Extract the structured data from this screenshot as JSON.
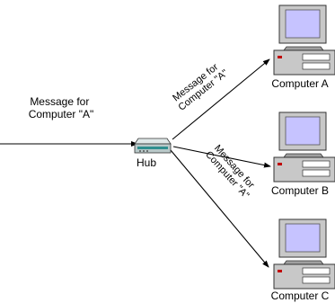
{
  "incoming_label": [
    "Message for",
    "Computer \"A\""
  ],
  "hub": {
    "label": "Hub",
    "icon": "hub-icon"
  },
  "edge_labels": {
    "to_a": [
      "Message for",
      "Computer \"A\""
    ],
    "to_b": [
      "Message for",
      "Computer \"A\""
    ]
  },
  "computers": [
    {
      "label": "Computer A",
      "icon": "desktop-computer-icon"
    },
    {
      "label": "Computer B",
      "icon": "desktop-computer-icon"
    },
    {
      "label": "Computer C",
      "icon": "desktop-computer-icon"
    }
  ],
  "colors": {
    "line": "#000000",
    "case": "#c8c8c8",
    "case_dark": "#808080",
    "screen": "#c6c3ff",
    "hub_body": "#b8c8c8",
    "hub_accent": "#2f8f8f",
    "led": "#c00000"
  }
}
